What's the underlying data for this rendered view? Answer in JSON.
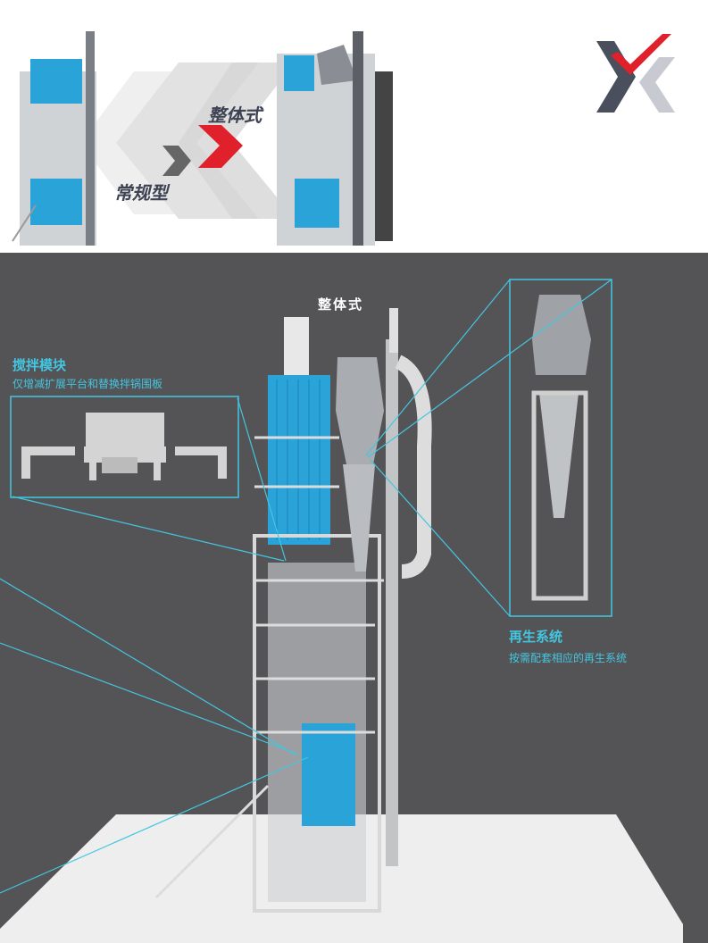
{
  "top_panel": {
    "conventional_label": "常规型",
    "integrated_label": "整体式"
  },
  "main_panel": {
    "title": "整体式",
    "callouts": [
      {
        "title": "搅拌模块",
        "subtitle": "仅增减扩展平台和替换拌锅围板"
      },
      {
        "title": "再生系统",
        "subtitle": "按需配套相应的再生系统"
      }
    ]
  },
  "colors": {
    "accent_cyan": "#43c6e0",
    "tower_blue": "#2aa3d8",
    "logo_red": "#e0202a",
    "background_dark": "#545457"
  }
}
